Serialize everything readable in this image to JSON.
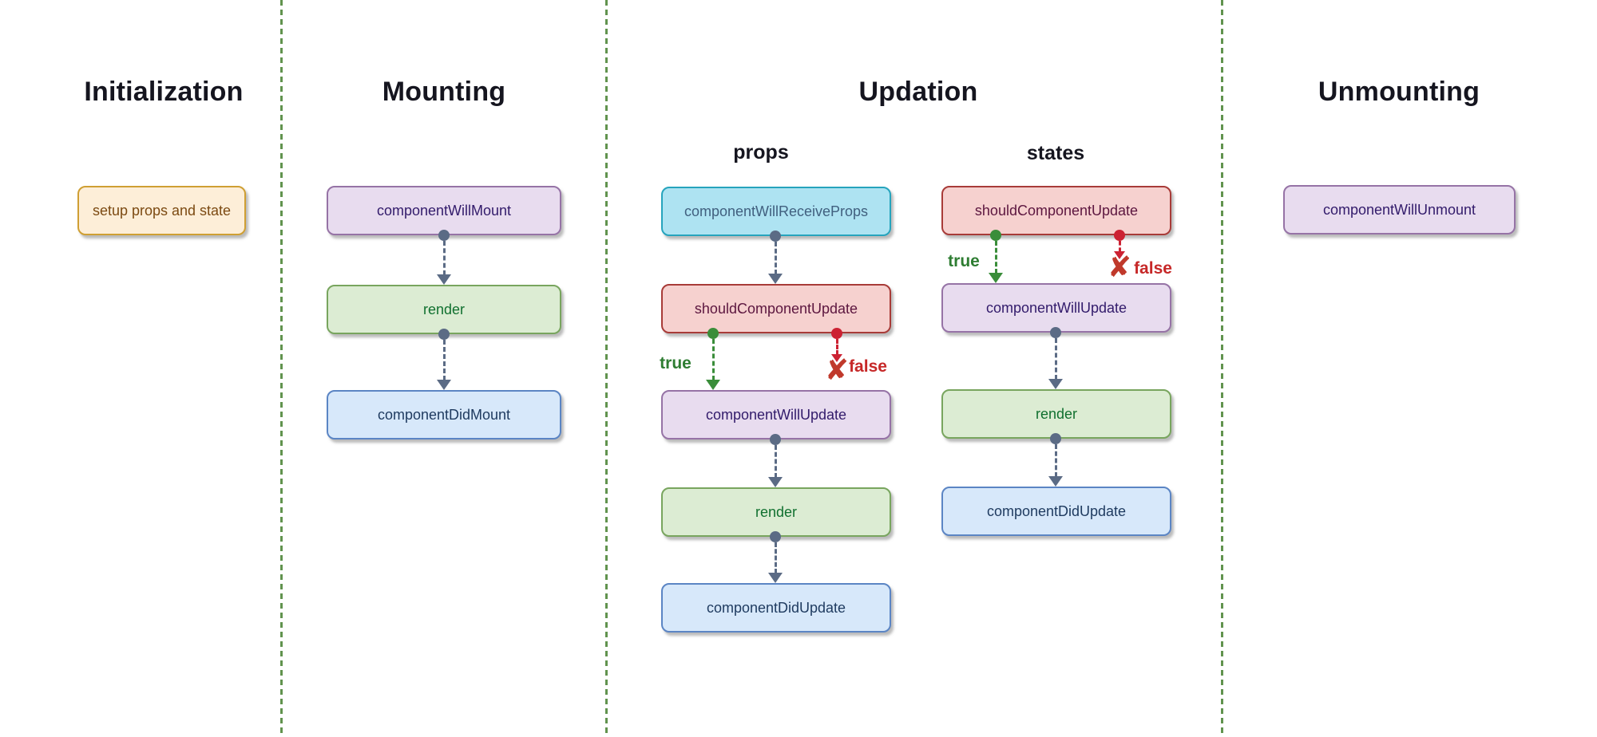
{
  "columns": {
    "initialization": {
      "title": "Initialization",
      "boxes": [
        {
          "label": "setup props and state",
          "style": "orange"
        }
      ]
    },
    "mounting": {
      "title": "Mounting",
      "boxes": [
        {
          "label": "componentWillMount",
          "style": "purple"
        },
        {
          "label": "render",
          "style": "green"
        },
        {
          "label": "componentDidMount",
          "style": "blue"
        }
      ]
    },
    "updation": {
      "title": "Updation",
      "props": {
        "title": "props",
        "boxes": [
          {
            "label": "componentWillReceiveProps",
            "style": "cyan"
          },
          {
            "label": "shouldComponentUpdate",
            "style": "red"
          },
          {
            "label": "componentWillUpdate",
            "style": "purple"
          },
          {
            "label": "render",
            "style": "green"
          },
          {
            "label": "componentDidUpdate",
            "style": "blue"
          }
        ],
        "branch": {
          "true_label": "true",
          "false_label": "false",
          "false_mark": "✘"
        }
      },
      "states": {
        "title": "states",
        "boxes": [
          {
            "label": "shouldComponentUpdate",
            "style": "red"
          },
          {
            "label": "componentWillUpdate",
            "style": "purple"
          },
          {
            "label": "render",
            "style": "green"
          },
          {
            "label": "componentDidUpdate",
            "style": "blue"
          }
        ],
        "branch": {
          "true_label": "true",
          "false_label": "false",
          "false_mark": "✘"
        }
      }
    },
    "unmounting": {
      "title": "Unmounting",
      "boxes": [
        {
          "label": "componentWillUnmount",
          "style": "purple"
        }
      ]
    }
  },
  "colors": {
    "background": "#ffffff",
    "divider_green": "#61934e",
    "arrow_slate": "#5b6b85",
    "true_green": "#2e7d32",
    "false_red": "#c62828",
    "x_mark_red": "#c0392b",
    "heading_text": "#15151f",
    "node_orange": {
      "fill": "#fdeed8",
      "border": "#cf9f33",
      "text": "#7c4a12"
    },
    "node_purple": {
      "fill": "#e8dcef",
      "border": "#9673a6",
      "text": "#321b6b"
    },
    "node_green": {
      "fill": "#dcecd3",
      "border": "#78a55e",
      "text": "#10702f"
    },
    "node_blue": {
      "fill": "#d7e8fa",
      "border": "#5b85c4",
      "text": "#1e3a5f"
    },
    "node_cyan": {
      "fill": "#aee3f2",
      "border": "#26a4bd",
      "text": "#41607f"
    },
    "node_red": {
      "fill": "#f6d1cf",
      "border": "#a83b38",
      "text": "#5c163f"
    }
  }
}
